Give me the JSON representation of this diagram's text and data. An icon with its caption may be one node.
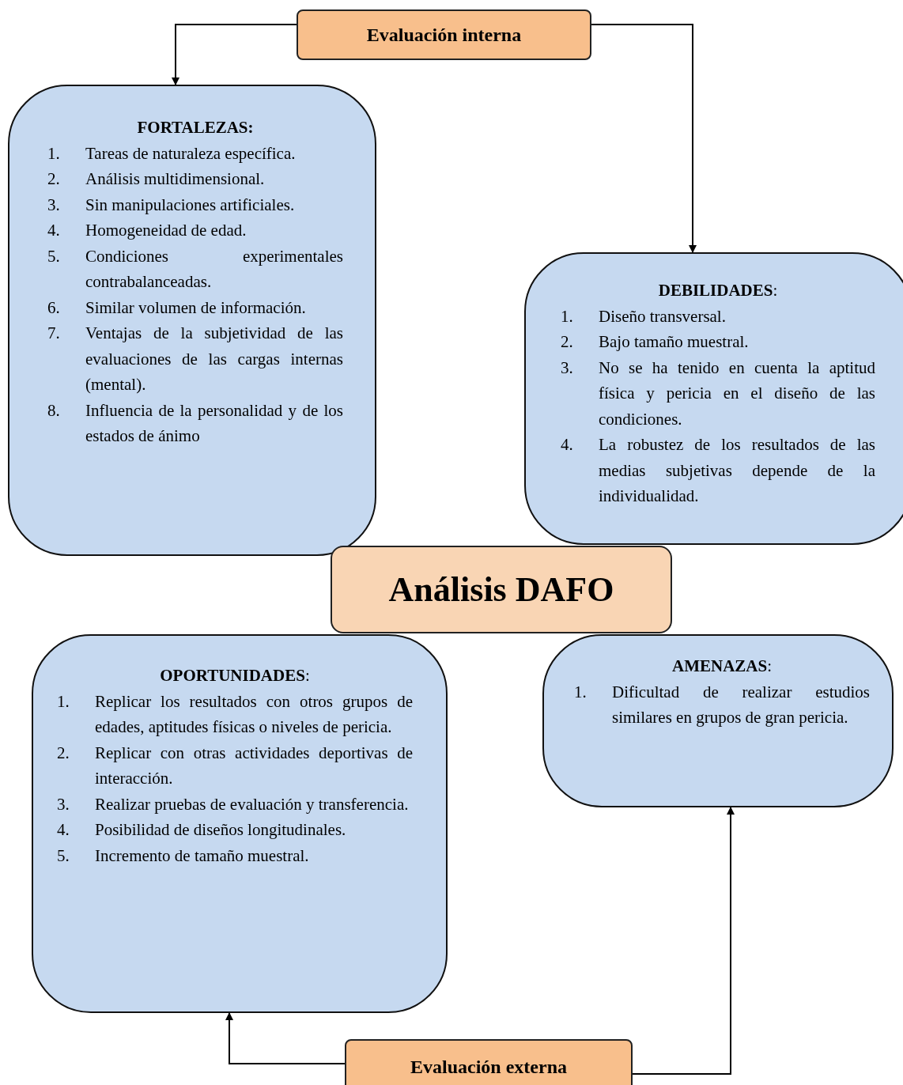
{
  "diagram": {
    "nodes": [
      {
        "text": [
          "Evaluación interna"
        ]
      },
      {
        "text": [
          "FORTALEZAS:",
          "1. Tareas de naturaleza específica.",
          "2. Análisis multidimensional.",
          "3. Sin manipulaciones artificiales.",
          "4. Homogeneidad de edad.",
          "5. Condiciones experimentales contrabalanceadas.",
          "6. Similar volumen de información.",
          "7. Ventajas de la subjetividad de las evaluaciones de las cargas internas (mental).",
          "8. Influencia de la personalidad y de los estados de ánimo"
        ]
      },
      {
        "text": [
          "**DEBILIDADES**:",
          "1. Diseño transversal.",
          "2. Bajo tamaño muestral.",
          "3. No se ha tenido en cuenta la aptitud física y pericia en el diseño de las condiciones.",
          "4. La robustez de los resultados de las medias subjetivas depende de la individualidad."
        ]
      },
      {
        "text": [
          "Análisis DAFO"
        ]
      },
      {
        "text": [
          "**OPORTUNIDADES**:",
          "1. Replicar los resultados con otros grupos de edades, aptitudes físicas o niveles de pericia.",
          "2. Replicar con otras actividades deportivas de interacción.",
          "3. Realizar pruebas de evaluación y transferencia.",
          "4. Posibilidad de diseños longitudinales.",
          "5. Incremento de tamaño muestral."
        ]
      },
      {
        "text": [
          "**AMENAZAS**:",
          "1. Dificultad de realizar estudios similares en grupos de gran pericia."
        ]
      },
      {
        "text": [
          "Evaluación externa"
        ]
      }
    ],
    "edges": [
      {
        "from": 0,
        "to": 1,
        "arrow": "to"
      },
      {
        "from": 0,
        "to": 2,
        "arrow": "to"
      },
      {
        "from": 6,
        "to": 4,
        "arrow": "to"
      },
      {
        "from": 6,
        "to": 5,
        "arrow": "to"
      }
    ]
  }
}
